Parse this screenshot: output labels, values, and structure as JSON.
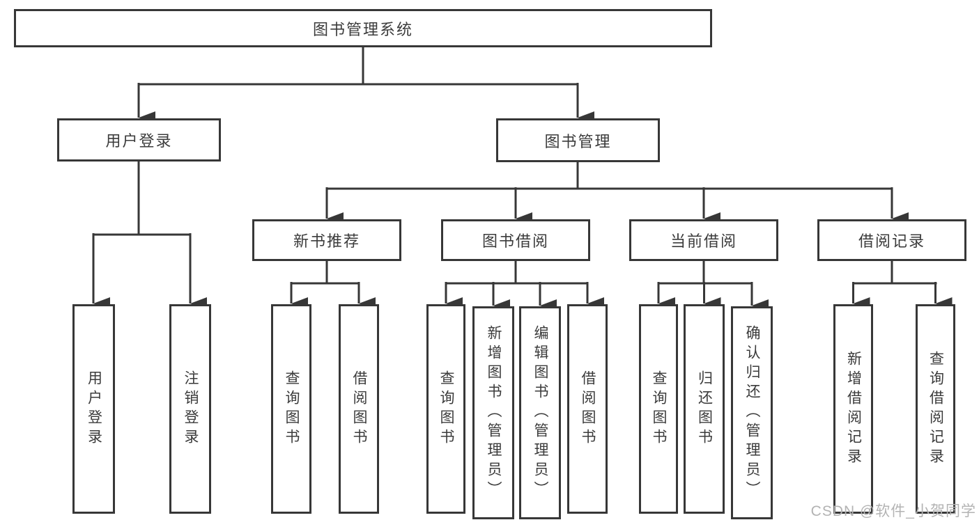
{
  "colors": {
    "line": "#373737",
    "text": "#3b3b3b",
    "watermark": "#b3b3b3",
    "background": "#ffffff"
  },
  "nodes": {
    "root": "图书管理系统",
    "user_login": "用户登录",
    "book_management": "图书管理",
    "new_book_recommend": "新书推荐",
    "book_borrowing": "图书借阅",
    "current_borrowing": "当前借阅",
    "borrowing_records": "借阅记录",
    "leaf_user_login": "用户登录",
    "leaf_logout": "注销登录",
    "recommend_query_books": "查询图书",
    "recommend_borrow_books": "借阅图书",
    "borrowing_query_books": "查询图书",
    "borrowing_add_books": "新增图书（管理员）",
    "borrowing_edit_books": "编辑图书（管理员）",
    "borrowing_borrow_books": "借阅图书",
    "current_query_books": "查询图书",
    "current_return_books": "归还图书",
    "current_confirm_return": "确认归还（管理员）",
    "records_add_record": "新增借阅记录",
    "records_query_record": "查询借阅记录"
  },
  "watermark": "CSDN @软件_小贺同学"
}
